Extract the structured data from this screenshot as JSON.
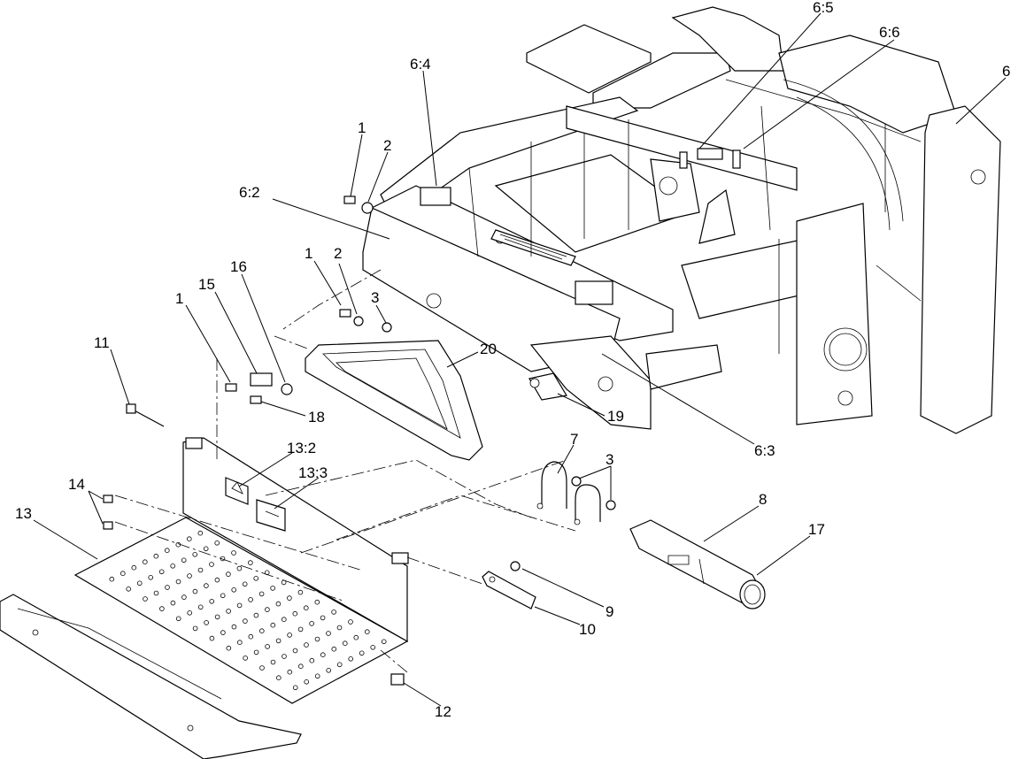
{
  "callouts": {
    "c1a": "1",
    "c2a": "2",
    "c6_5": "6:5",
    "c6_6": "6:6",
    "c6": "6",
    "c6_4": "6:4",
    "c6_2": "6:2",
    "c1b": "1",
    "c2b": "2",
    "c3a": "3",
    "c16": "16",
    "c15": "15",
    "c1c": "1",
    "c11": "11",
    "c20": "20",
    "c18": "18",
    "c19": "19",
    "c6_3": "6:3",
    "c7": "7",
    "c3b": "3",
    "c13_2": "13:2",
    "c13_3": "13:3",
    "c14": "14",
    "c13": "13",
    "c8": "8",
    "c17": "17",
    "c9": "9",
    "c10": "10",
    "c12": "12"
  }
}
